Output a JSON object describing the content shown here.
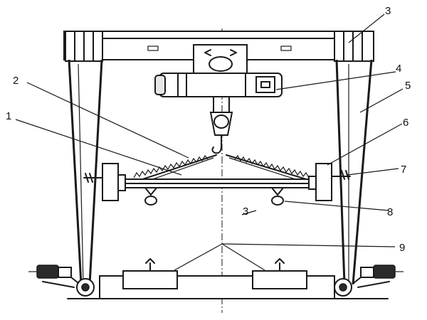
{
  "callouts": {
    "c1": "1",
    "c2": "2",
    "c3_top": "3",
    "c3_mid": "3",
    "c4": "4",
    "c5": "5",
    "c6": "6",
    "c7": "7",
    "c8": "8",
    "c9": "9"
  },
  "colors": {
    "ink": "#1a1a1a",
    "paper": "#ffffff"
  }
}
